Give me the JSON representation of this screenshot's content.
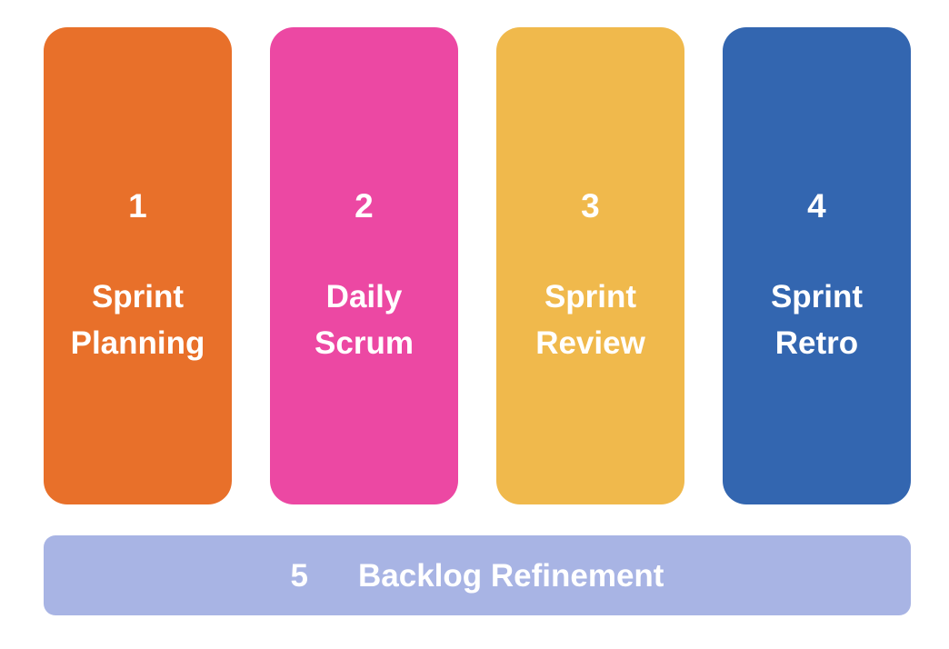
{
  "diagram": {
    "background_color": "#ffffff",
    "text_color": "#ffffff",
    "events": [
      {
        "number": "1",
        "title": "Sprint\nPlanning",
        "color": "#E8702A"
      },
      {
        "number": "2",
        "title": "Daily\nScrum",
        "color": "#EC48A3"
      },
      {
        "number": "3",
        "title": "Sprint\nReview",
        "color": "#F0B94C"
      },
      {
        "number": "4",
        "title": "Sprint\nRetro",
        "color": "#3366B0"
      }
    ],
    "footer": {
      "number": "5",
      "label": "Backlog Refinement",
      "color": "#A8B4E4"
    }
  }
}
